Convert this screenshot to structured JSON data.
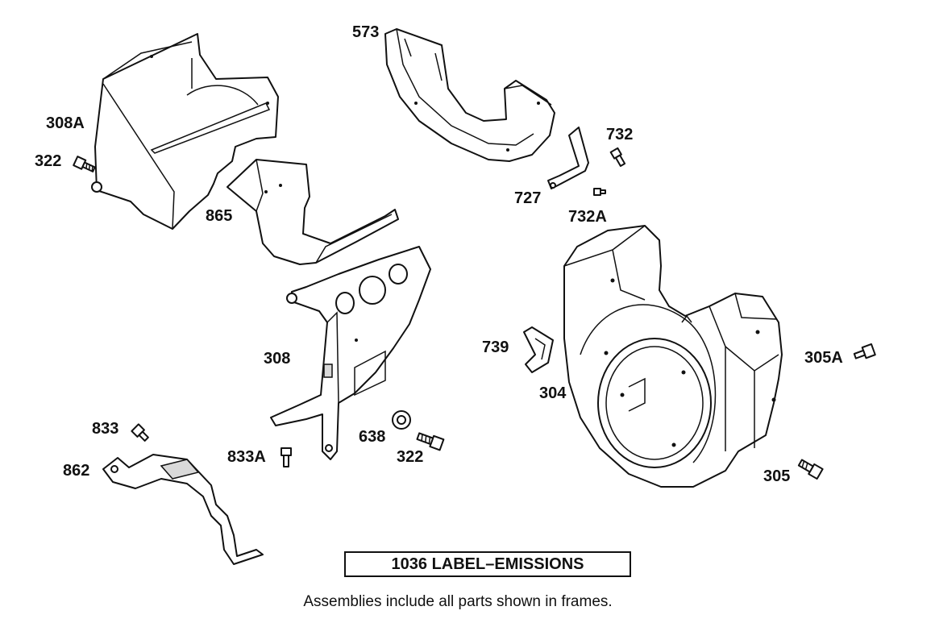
{
  "labels": {
    "p573": "573",
    "p308A": "308A",
    "p322_top": "322",
    "p732": "732",
    "p727": "727",
    "p732A": "732A",
    "p865": "865",
    "p308": "308",
    "p739": "739",
    "p304": "304",
    "p305A": "305A",
    "p833": "833",
    "p862": "862",
    "p833A": "833A",
    "p638": "638",
    "p322_mid": "322",
    "p305": "305"
  },
  "frame_label": "1036 LABEL–EMISSIONS",
  "footnote": "Assemblies include all parts shown in frames."
}
